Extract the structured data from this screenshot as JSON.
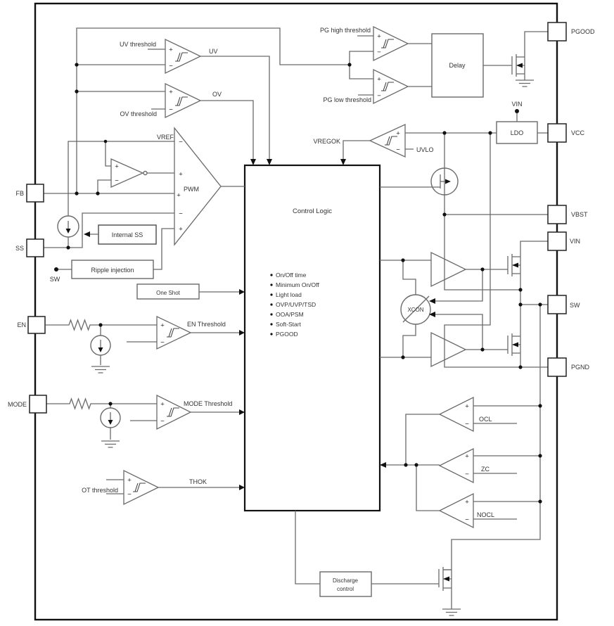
{
  "symbols": {
    "plus": "+",
    "minus": "−"
  },
  "pins": {
    "left": [
      {
        "id": "fb",
        "label": "FB"
      },
      {
        "id": "ss",
        "label": "SS"
      },
      {
        "id": "en",
        "label": "EN"
      },
      {
        "id": "mode",
        "label": "MODE"
      }
    ],
    "right": [
      {
        "id": "pgood",
        "label": "PGOOD"
      },
      {
        "id": "vcc",
        "label": "VCC"
      },
      {
        "id": "vbst",
        "label": "VBST"
      },
      {
        "id": "vin",
        "label": "VIN"
      },
      {
        "id": "sw",
        "label": "SW"
      },
      {
        "id": "pgnd",
        "label": "PGND"
      }
    ]
  },
  "labels": {
    "uv_threshold": "UV threshold",
    "uv": "UV",
    "ov_threshold": "OV threshold",
    "ov": "OV",
    "vref": "VREF",
    "pwm": "PWM",
    "pg_high_threshold": "PG high threshold",
    "pg_low_threshold": "PG low threshold",
    "vin": "VIN",
    "vregok": "VREGOK",
    "uvlo": "UVLO",
    "sw_internal": "SW",
    "en_threshold": "EN Threshold",
    "mode_threshold": "MODE Threshold",
    "ot_threshold": "OT threshold",
    "thok": "THOK",
    "xcon": "XCON",
    "ocl": "OCL",
    "zc": "ZC",
    "nocl": "NOCL"
  },
  "blocks": {
    "delay": "Delay",
    "ldo": "LDO",
    "internal_ss": "Internal SS",
    "ripple_injection": "Ripple injection",
    "one_shot": "One Shot",
    "discharge_control": {
      "line1": "Discharge",
      "line2": "control"
    },
    "control_logic": {
      "title": "Control Logic",
      "features": [
        "On/Off time",
        "Minimum On/Off",
        "Light load",
        "OVP/UVP/TSD",
        "OOA/PSM",
        "Soft-Start",
        "PGOOD"
      ]
    }
  }
}
